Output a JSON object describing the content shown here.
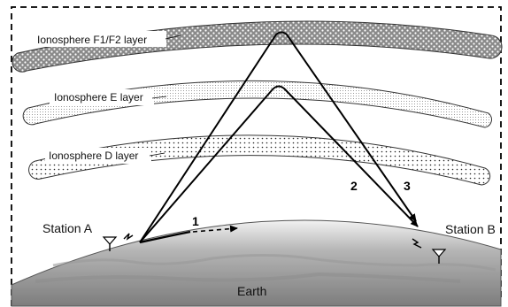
{
  "layers": {
    "f_layer": "Ionosphere F1/F2 layer",
    "e_layer": "Ionosphere E layer",
    "d_layer": "Ionosphere D layer"
  },
  "stations": {
    "a": "Station A",
    "b": "Station B"
  },
  "ground": "Earth",
  "paths": {
    "p1": "1",
    "p2": "2",
    "p3": "3"
  }
}
